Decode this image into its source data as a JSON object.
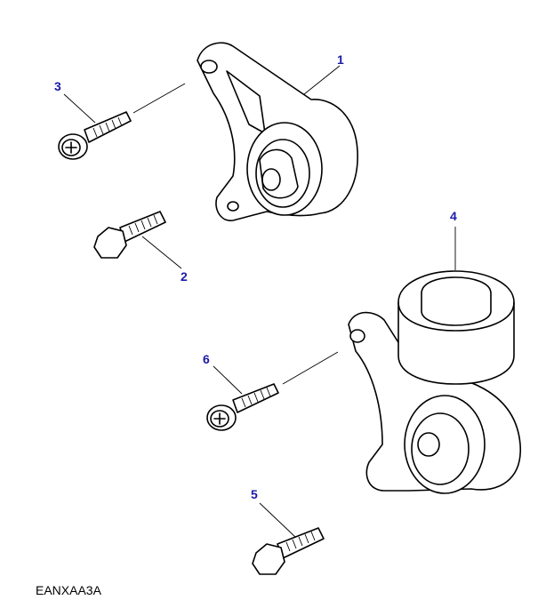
{
  "callouts": [
    {
      "id": "1",
      "label": "1"
    },
    {
      "id": "2",
      "label": "2"
    },
    {
      "id": "3",
      "label": "3"
    },
    {
      "id": "4",
      "label": "4"
    },
    {
      "id": "5",
      "label": "5"
    },
    {
      "id": "6",
      "label": "6"
    }
  ],
  "diagram_code": "EANXAA3A",
  "colors": {
    "callout": "#1a1aa8",
    "line": "#000000"
  }
}
